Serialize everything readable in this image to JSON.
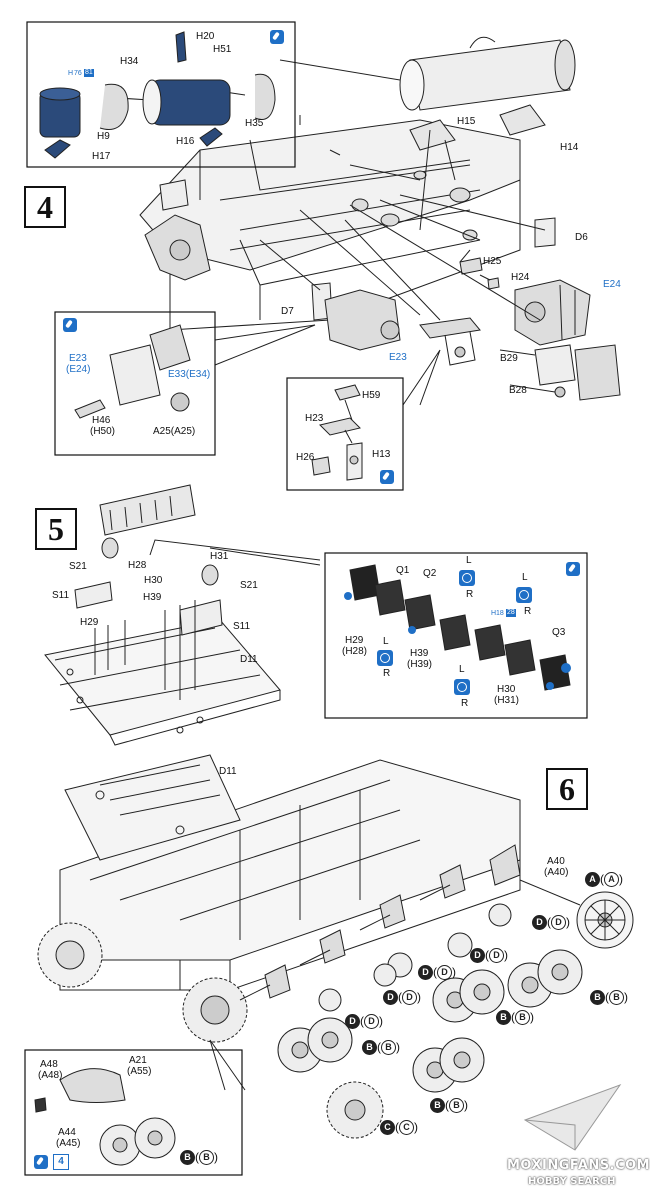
{
  "steps": {
    "s4": "4",
    "s5": "5",
    "s6": "6"
  },
  "colors": {
    "accent": "#1f6fc6",
    "ink": "#111111"
  },
  "labels": {
    "h20": "H20",
    "h51": "H51",
    "h34": "H34",
    "h9": "H9",
    "h17": "H17",
    "h16": "H16",
    "h35": "H35",
    "h15": "H15",
    "h14": "H14",
    "d6": "D6",
    "h25": "H25",
    "h24": "H24",
    "e24_right": "E24",
    "d7": "D7",
    "e23_main": "E23",
    "b29": "B29",
    "b28": "B28",
    "e23_sub": "E23",
    "e24_sub": "(E24)",
    "e33": "E33(E34)",
    "h46": "H46",
    "h50": "(H50)",
    "a25": "A25(A25)",
    "h59": "H59",
    "h23": "H23",
    "h26": "H26",
    "h13": "H13",
    "s21_left": "S21",
    "s11_left": "S11",
    "h28": "H28",
    "h31": "H31",
    "h30": "H30",
    "s21_right": "S21",
    "h39": "H39",
    "h29": "H29",
    "s11_right": "S11",
    "d11_s5": "D11",
    "q1": "Q1",
    "q2": "Q2",
    "q3": "Q3",
    "l1": "L",
    "r1": "R",
    "l2": "L",
    "r2": "R",
    "h29b": "H29",
    "h28b": "(H28)",
    "l3": "L",
    "r3": "R",
    "h39b": "H39",
    "h39c": "(H39)",
    "l4": "L",
    "r4": "R",
    "h30b": "H30",
    "h31b": "(H31)",
    "d11_s6": "D11",
    "a40": "A40",
    "a40b": "(A40)",
    "a48": "A48",
    "a48b": "(A48)",
    "a21": "A21",
    "a55": "(A55)",
    "a44": "A44",
    "a45": "(A45)"
  },
  "pills": {
    "h76": "H",
    "h76n": "76",
    "h76b": "81",
    "h18": "H",
    "h18n": "18",
    "h18b": "28"
  },
  "callouts": {
    "a": "A",
    "d": "D",
    "b": "B",
    "c": "C",
    "x4": "4"
  },
  "watermark": {
    "site": "MOXINGFANS.COM",
    "brand": "HOBBY SEARCH"
  }
}
